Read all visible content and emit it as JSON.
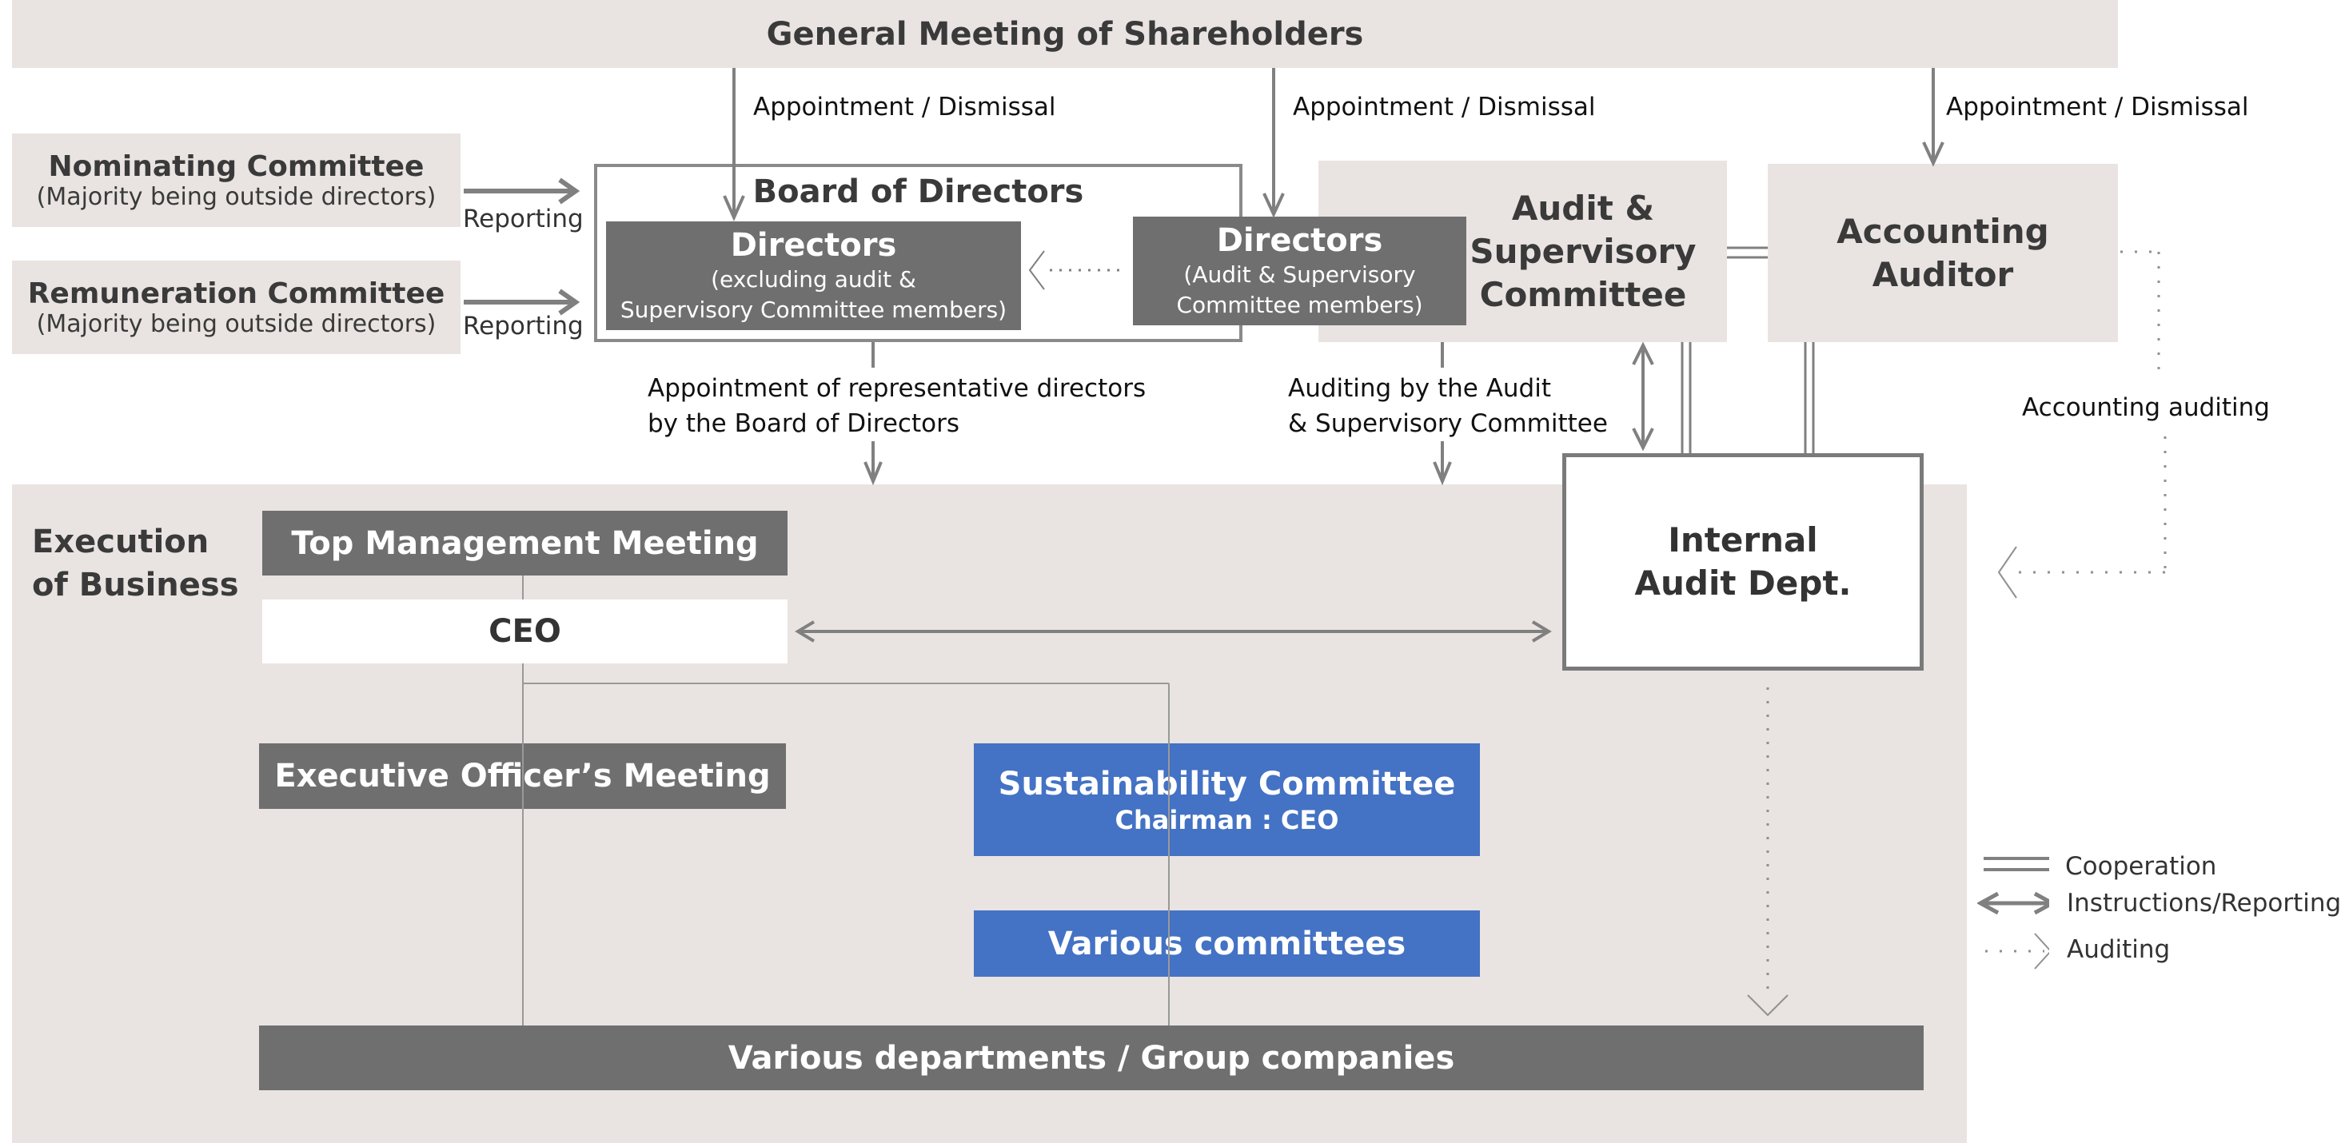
{
  "shareholders": {
    "title": "General Meeting of Shareholders"
  },
  "appointment_labels": [
    "Appointment / Dismissal",
    "Appointment / Dismissal",
    "Appointment / Dismissal"
  ],
  "nominating": {
    "title": "Nominating Committee",
    "subtitle": "(Majority being outside directors)",
    "arrow_label": "Reporting"
  },
  "remuneration": {
    "title": "Remuneration Committee",
    "subtitle": "(Majority being outside directors)",
    "arrow_label": "Reporting"
  },
  "board": {
    "title": "Board of Directors",
    "directors_left": {
      "title": "Directors",
      "line1": "(excluding audit &",
      "line2": "Supervisory Committee members)"
    },
    "directors_right": {
      "title": "Directors",
      "line1": "(Audit & Supervisory",
      "line2": "Committee members)"
    }
  },
  "audit_committee": {
    "line1": "Audit &",
    "line2": "Supervisory",
    "line3": "Committee"
  },
  "accounting_auditor": {
    "line1": "Accounting",
    "line2": "Auditor"
  },
  "annotations": {
    "rep_directors_1": "Appointment of representative directors",
    "rep_directors_2": "by the Board of Directors",
    "audit_by_1": "Auditing by the Audit",
    "audit_by_2": "& Supervisory Committee",
    "accounting_auditing": "Accounting auditing"
  },
  "execution": {
    "label_1": "Execution",
    "label_2": "of Business",
    "top_management": "Top Management Meeting",
    "ceo": "CEO",
    "executive_officers": "Executive Officer’s Meeting",
    "sustainability": {
      "title": "Sustainability Committee",
      "subtitle": "Chairman : CEO"
    },
    "various_committees": "Various committees",
    "departments": "Various departments / Group companies"
  },
  "internal_audit": {
    "line1": "Internal",
    "line2": "Audit Dept."
  },
  "legend": {
    "items": [
      {
        "icon": "double-line",
        "label": "Cooperation"
      },
      {
        "icon": "double-headed-arrow",
        "label": "Instructions/Reporting"
      },
      {
        "icon": "dotted-arrow",
        "label": "Auditing"
      }
    ]
  },
  "colors": {
    "beige": "#e9e4e1",
    "dark_gray": "#6f6f6f",
    "blue": "#4472c4",
    "line_gray": "#808080"
  }
}
